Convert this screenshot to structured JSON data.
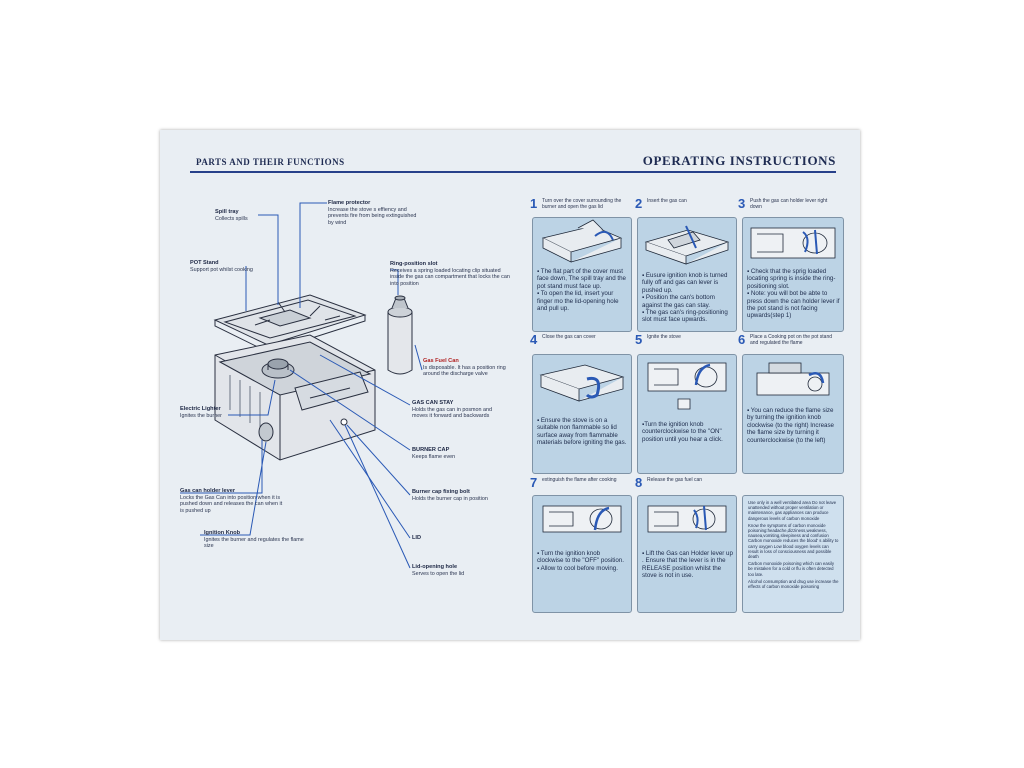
{
  "headers": {
    "left": "PARTS AND THEIR FUNCTIONS",
    "right": "OPERATING INSTRUCTIONS"
  },
  "parts": [
    {
      "title": "Spill tray",
      "desc": "Collects spills"
    },
    {
      "title": "Flame protector",
      "desc": "Increase the stove s effiency and prevents fire from being extinguished by wind"
    },
    {
      "title": "POT Stand",
      "desc": "Support pot whilst cooking"
    },
    {
      "title": "Ring-position slot",
      "desc": "Receives a spring loaded locating clip situated inside the gas can compartment that locks the can into position"
    },
    {
      "title": "Gas Fuel Can",
      "desc": "Is disposable. It has a position ring around the discharge valve"
    },
    {
      "title": "Electric Lighter",
      "desc": "Ignites the burner"
    },
    {
      "title": "GAS CAN STAY",
      "desc": "Holds the gas can in posmon and moves it forward and backwards"
    },
    {
      "title": "BURNER CAP",
      "desc": "Keeps flame even"
    },
    {
      "title": "Gas can holder lever",
      "desc": "Locks the Gas Can into position when it is pushed down and releases the can when it is pushed up"
    },
    {
      "title": "Burner cap fixing bolt",
      "desc": "Holds the burner cap in position"
    },
    {
      "title": "Ignition Knob",
      "desc": "Ignites the burner and regulates the flame size"
    },
    {
      "title": "LID",
      "desc": ""
    },
    {
      "title": "Lid-opening hole",
      "desc": "Serves to open the lid"
    }
  ],
  "steps": [
    {
      "num": "1",
      "title": "Turn over the cover surrounding the burner and open the gas lid",
      "text": [
        "▪ The flat part of the cover must face down, The spill tray and the pot stand must face up.",
        "▪ To open the lid, insert your finger mo the lid-opening hole and pull up."
      ]
    },
    {
      "num": "2",
      "title": "Insert the gas can",
      "text": [
        "▪ Eusure ignition knob is turned fully off and gas can lever is pushed up.",
        "▪ Position the can's bottom against the gas can stay.",
        "▪ The gas can's ring-positioning slot must face upwards."
      ]
    },
    {
      "num": "3",
      "title": "Push the gas can holder lever right down",
      "text": [
        "▪ Check that the sprig loaded locating spring is inside the ring-positioning slot.",
        "▪ Note: you will bot be abte to press down the can holder lever if the pot stand is not facing upwards(step 1)"
      ]
    },
    {
      "num": "4",
      "title": "Close the gas can cover",
      "text": [
        "▪ Ensure the stove is on a suitable non flammable so lid surface away from flammable materials before igniting the gas."
      ]
    },
    {
      "num": "5",
      "title": "Ignite the stove",
      "text": [
        "▪Turn the ignition knob counterclockwise to the \"ON\" position until you hear a click."
      ]
    },
    {
      "num": "6",
      "title": "Place a Cooking pot on the pot stand and regulated the flame",
      "text": [
        "▪ You can reduce the flame size by turning the ignition knob clockwise (to the right) Increase the flame size by turning it counterclockwise (to the left)"
      ]
    },
    {
      "num": "7",
      "title": "extinguish the flame after cooking",
      "text": [
        "▪ Turn the ignition knob clockwise to the \"OFF\" position.",
        "▪ Allow to cool before moving."
      ]
    },
    {
      "num": "8",
      "title": "Release the gas fuel can",
      "text": [
        "▪ Lift the Gas can Holder lever up . Ensure that the lever is in the RELEASE position whilst the stove is not in use."
      ]
    }
  ],
  "warnings": [
    "Use only in a well ventilated area Do not leave unattended without proper ventilation or maintenance, gas appliances can produce dangerous levels of carbon monoxide",
    "Know the symptoms of carbon monoxide poisoning:headache,dizziness,weakness, nausea,vomiting,sleepiness and confusion Carbon monoxide reduces the blood' s ability to carry oxygen Low blood oxygen levels can result in loss of consciousness and possible death",
    "Carbon monoxide poisoning which can easily be mistaken for a cold or flu is often detected too late.",
    "Alcohol consumption and drug use increase the effects of carbon monoxide poisoning"
  ],
  "colors": {
    "accent_blue": "#2a59b5",
    "panel_blue": "#bcd3e5",
    "header_rule": "#27408a"
  }
}
